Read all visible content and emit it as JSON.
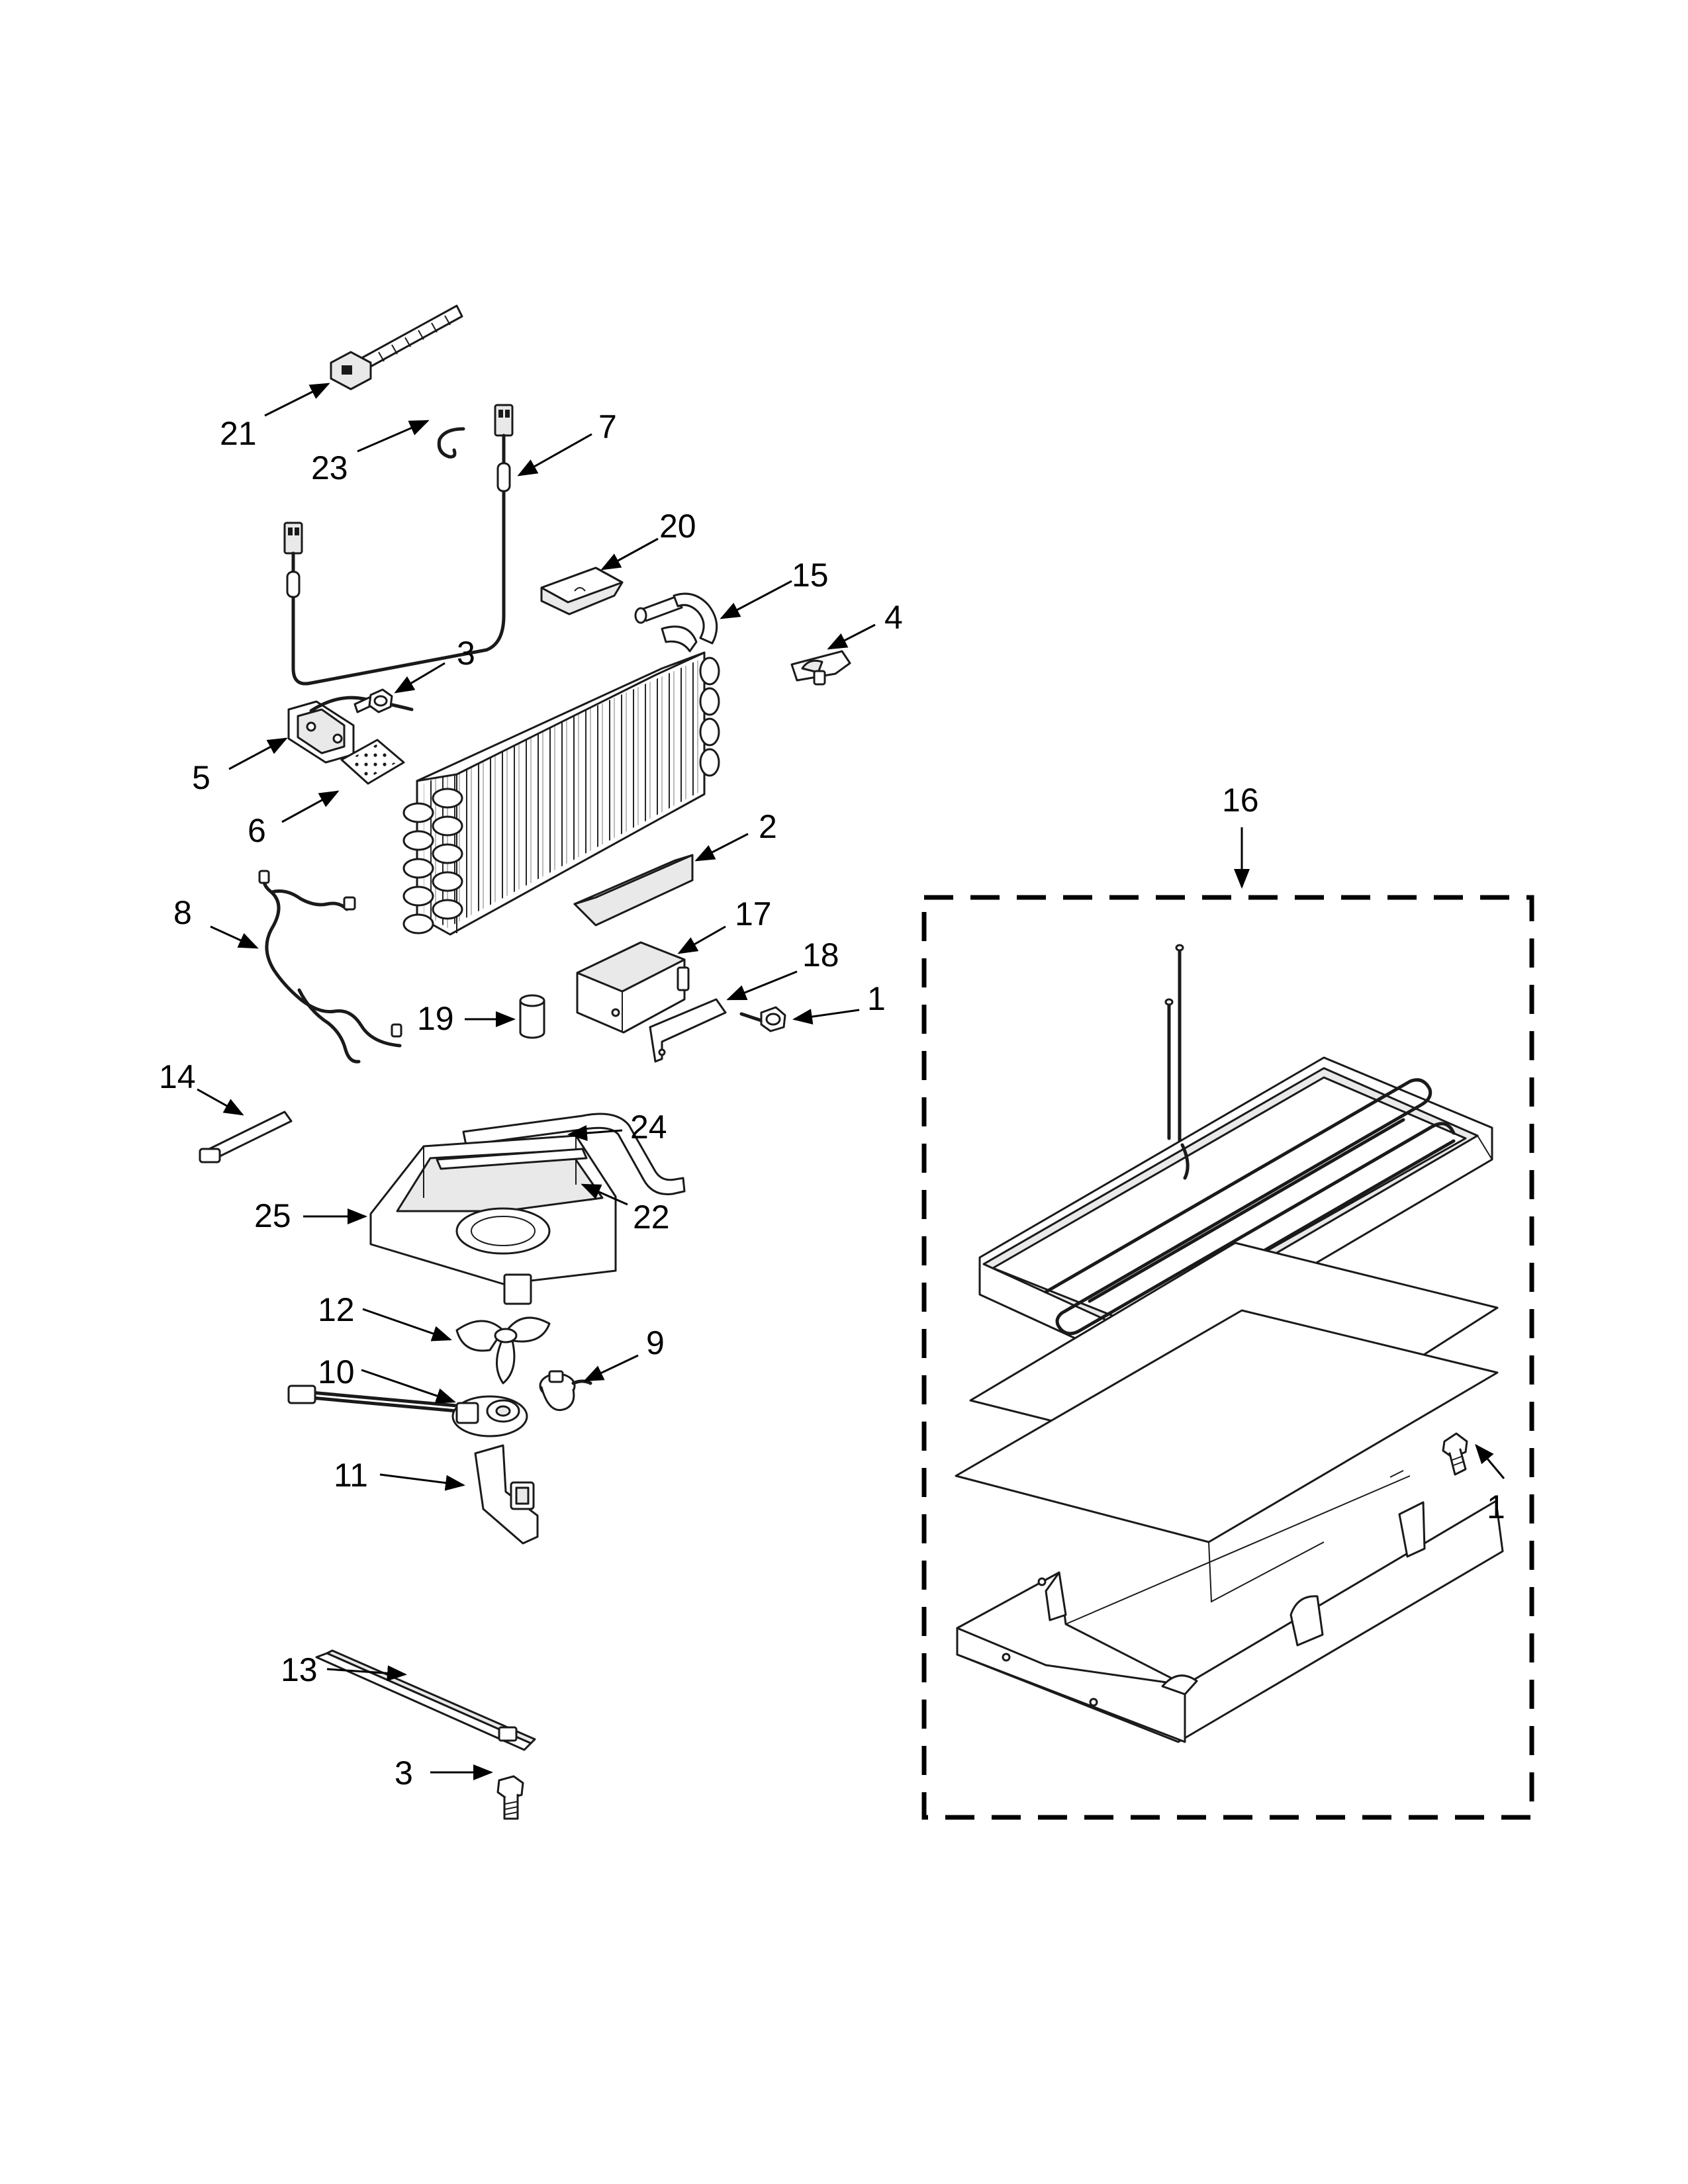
{
  "diagram": {
    "callouts": [
      "21",
      "23",
      "7",
      "20",
      "15",
      "4",
      "3",
      "5",
      "6",
      "2",
      "8",
      "17",
      "18",
      "1",
      "19",
      "14",
      "24",
      "25",
      "22",
      "12",
      "9",
      "10",
      "11",
      "13",
      "3",
      "16",
      "1"
    ]
  }
}
